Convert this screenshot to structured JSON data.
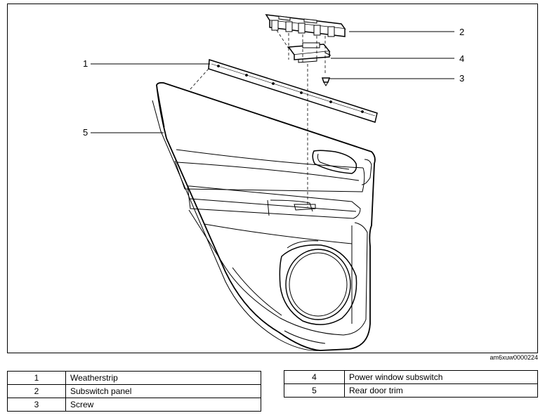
{
  "callouts": [
    "1",
    "2",
    "3",
    "4",
    "5"
  ],
  "figure_code": "am6xuw0000224",
  "legend_left": [
    {
      "num": "1",
      "label": "Weatherstrip"
    },
    {
      "num": "2",
      "label": "Subswitch panel"
    },
    {
      "num": "3",
      "label": "Screw"
    }
  ],
  "legend_right": [
    {
      "num": "4",
      "label": "Power window subswitch"
    },
    {
      "num": "5",
      "label": "Rear door trim"
    }
  ]
}
